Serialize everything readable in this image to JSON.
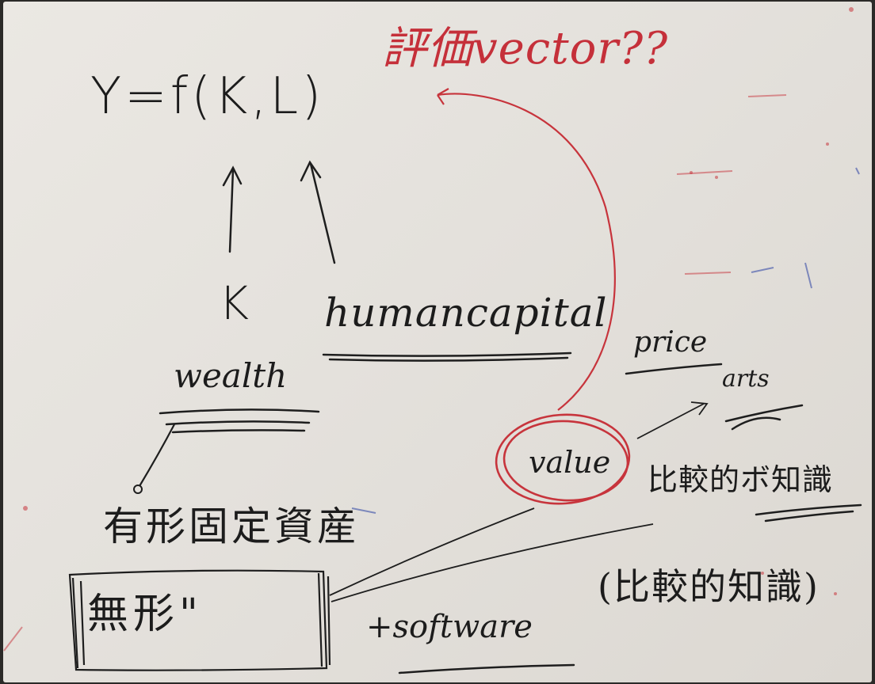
{
  "board": {
    "title_red": "評価vector??",
    "formula": "Y=f(K,L)",
    "k_label": "K",
    "human_capital": "humancapital",
    "wealth": "wealth",
    "price": "price",
    "arts": "arts",
    "value": "value",
    "tangible_assets": "有形固定資産",
    "intangible_assets": "無形\"",
    "right_note": "比較的ボ知識",
    "bottom_note": "(比較的知識)",
    "software": "+software"
  },
  "colors": {
    "whiteboard": "#e7e4df",
    "ink_black": "#1c1c1c",
    "ink_red": "#c5303a"
  }
}
